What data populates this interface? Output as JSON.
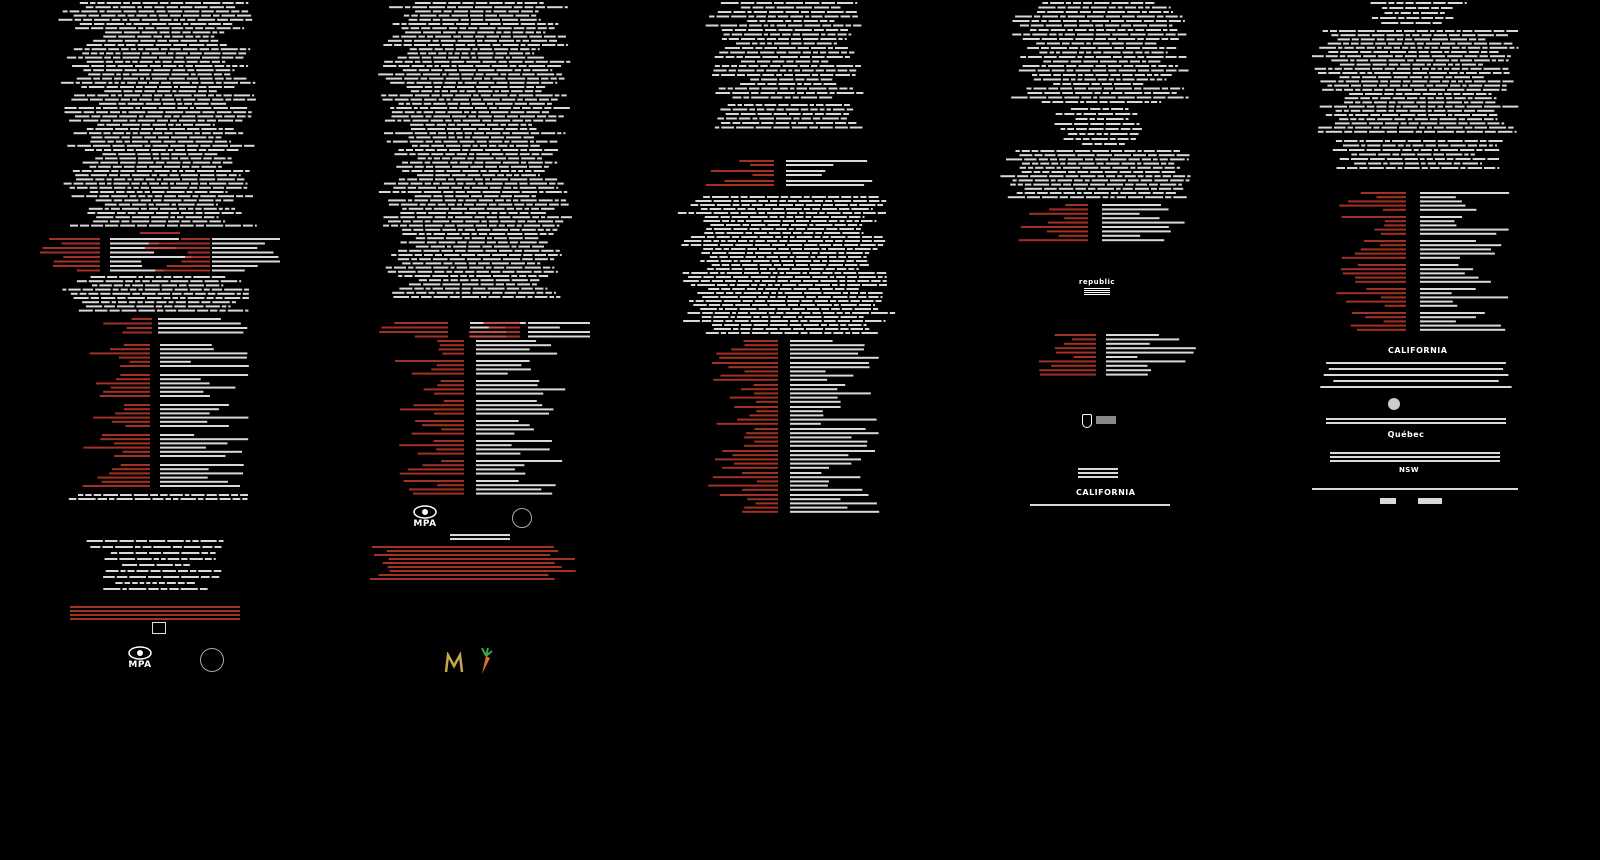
{
  "colors": {
    "background": "#000000",
    "name_text": "#ffffff",
    "role_text": "#c0392b",
    "logo_gold": "#c8a64a",
    "logo_carrot": "#e07020",
    "logo_leaf": "#39a845"
  },
  "columns": [
    {
      "id": "col1",
      "logos": {
        "mpa": "MPA"
      }
    },
    {
      "id": "col2",
      "logos": {
        "mpa": "MPA",
        "production_icons": [
          "m-logo-icon",
          "carrot-logo-icon"
        ]
      }
    },
    {
      "id": "col3",
      "logos": {}
    },
    {
      "id": "col4",
      "logos": {
        "republic": "republic",
        "california": "CALIFORNIA"
      }
    },
    {
      "id": "col5",
      "logos": {
        "california": "CALIFORNIA",
        "quebec": "Québec",
        "nsw": "NSW"
      }
    }
  ]
}
